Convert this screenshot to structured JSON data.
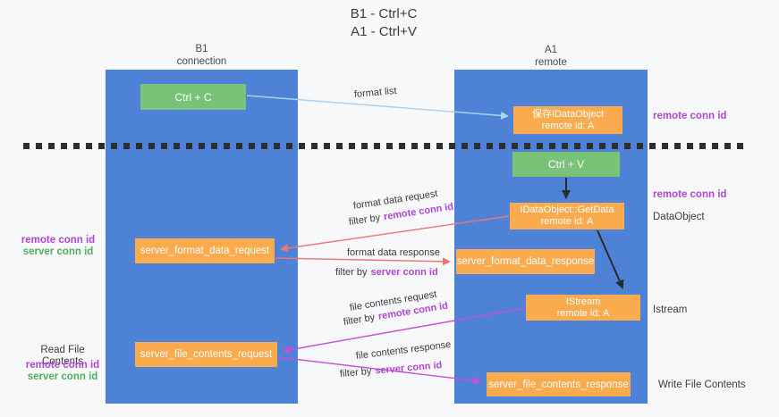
{
  "title": {
    "line1": "B1 - Ctrl+C",
    "line2": "A1 - Ctrl+V"
  },
  "columns": {
    "left": {
      "name": "B1",
      "role": "connection"
    },
    "right": {
      "name": "A1",
      "role": "remote"
    }
  },
  "boxes": {
    "ctrl_c": {
      "label": "Ctrl + C"
    },
    "ctrl_v": {
      "label": "Ctrl + V"
    },
    "save_idataobject": {
      "line1": "保存IDataObject",
      "line2": "remote id: A"
    },
    "idataobject_getdata": {
      "line1": "IDataObject::GetData",
      "line2": "remote id: A"
    },
    "istream": {
      "line1": "IStream",
      "line2": "remote id: A"
    },
    "server_format_data_request": {
      "label": "server_format_data_request"
    },
    "server_format_data_response": {
      "label": "server_format_data_response"
    },
    "server_file_contents_request": {
      "label": "server_file_contents_request"
    },
    "server_file_contents_response": {
      "label": "server_file_contents_response"
    }
  },
  "arrow_labels": {
    "format_list": "format list",
    "format_data_request": "format data request",
    "format_data_request_filter": {
      "prefix": "filter by",
      "value": "remote conn id"
    },
    "format_data_response": "format data response",
    "format_data_response_filter": {
      "prefix": "filter by",
      "value": "server conn id"
    },
    "file_contents_request": "file contents request",
    "file_contents_request_filter": {
      "prefix": "filter by",
      "value": "remote conn id"
    },
    "file_contents_response": "file contents response",
    "file_contents_response_filter": {
      "prefix": "filter by",
      "value": "server conn id"
    }
  },
  "side_labels": {
    "right_top_remote_conn": "remote conn id",
    "right_mid_remote_conn": "remote conn id",
    "dataobject": "DataObject",
    "istream": "Istream",
    "write_file_contents": "Write File Contents",
    "mid_left": {
      "remote": "remote conn id",
      "server": "server conn id"
    },
    "read_file_contents": "Read File Contents",
    "bottom_left": {
      "remote": "remote conn id",
      "server": "server conn id"
    }
  },
  "colors": {
    "column_blue": "#4e82d6",
    "box_orange": "#f9ab4e",
    "box_green": "#79c378",
    "arrow_red": "#e97777",
    "arrow_magenta": "#c94fd0",
    "arrow_lightblue": "#a9d3f2",
    "arrow_black": "#2b2b2b",
    "highlight_purple": "#ae46d2",
    "highlight_green": "#4fae5c"
  }
}
